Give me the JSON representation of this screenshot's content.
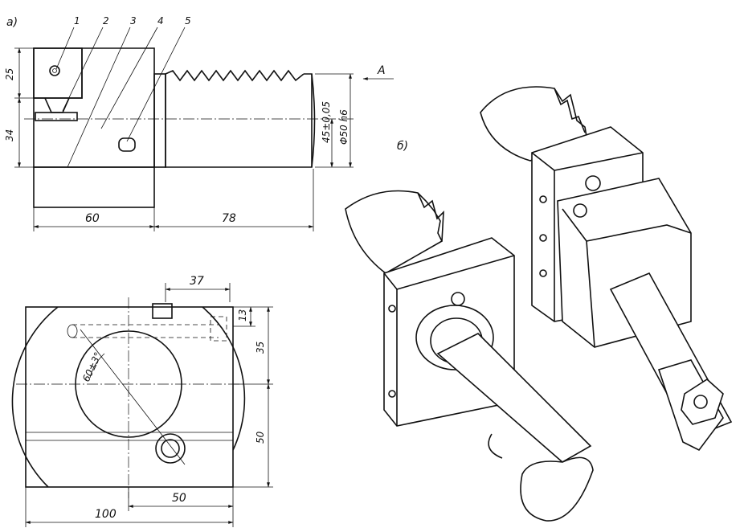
{
  "view_labels": {
    "a": "a)",
    "b": "б)"
  },
  "part_numbers": [
    "1",
    "2",
    "3",
    "4",
    "5"
  ],
  "view_arrow": "A",
  "dimensions_top": {
    "d25": "25",
    "d34": "34",
    "d60": "60",
    "d78": "78",
    "d45": "45±0,05",
    "d50h6": "Φ50 h6"
  },
  "dimensions_bottom": {
    "d37": "37",
    "d13": "13",
    "d35": "35",
    "d50v": "50",
    "d50h": "50",
    "d100": "100",
    "angle": "60±3°"
  }
}
